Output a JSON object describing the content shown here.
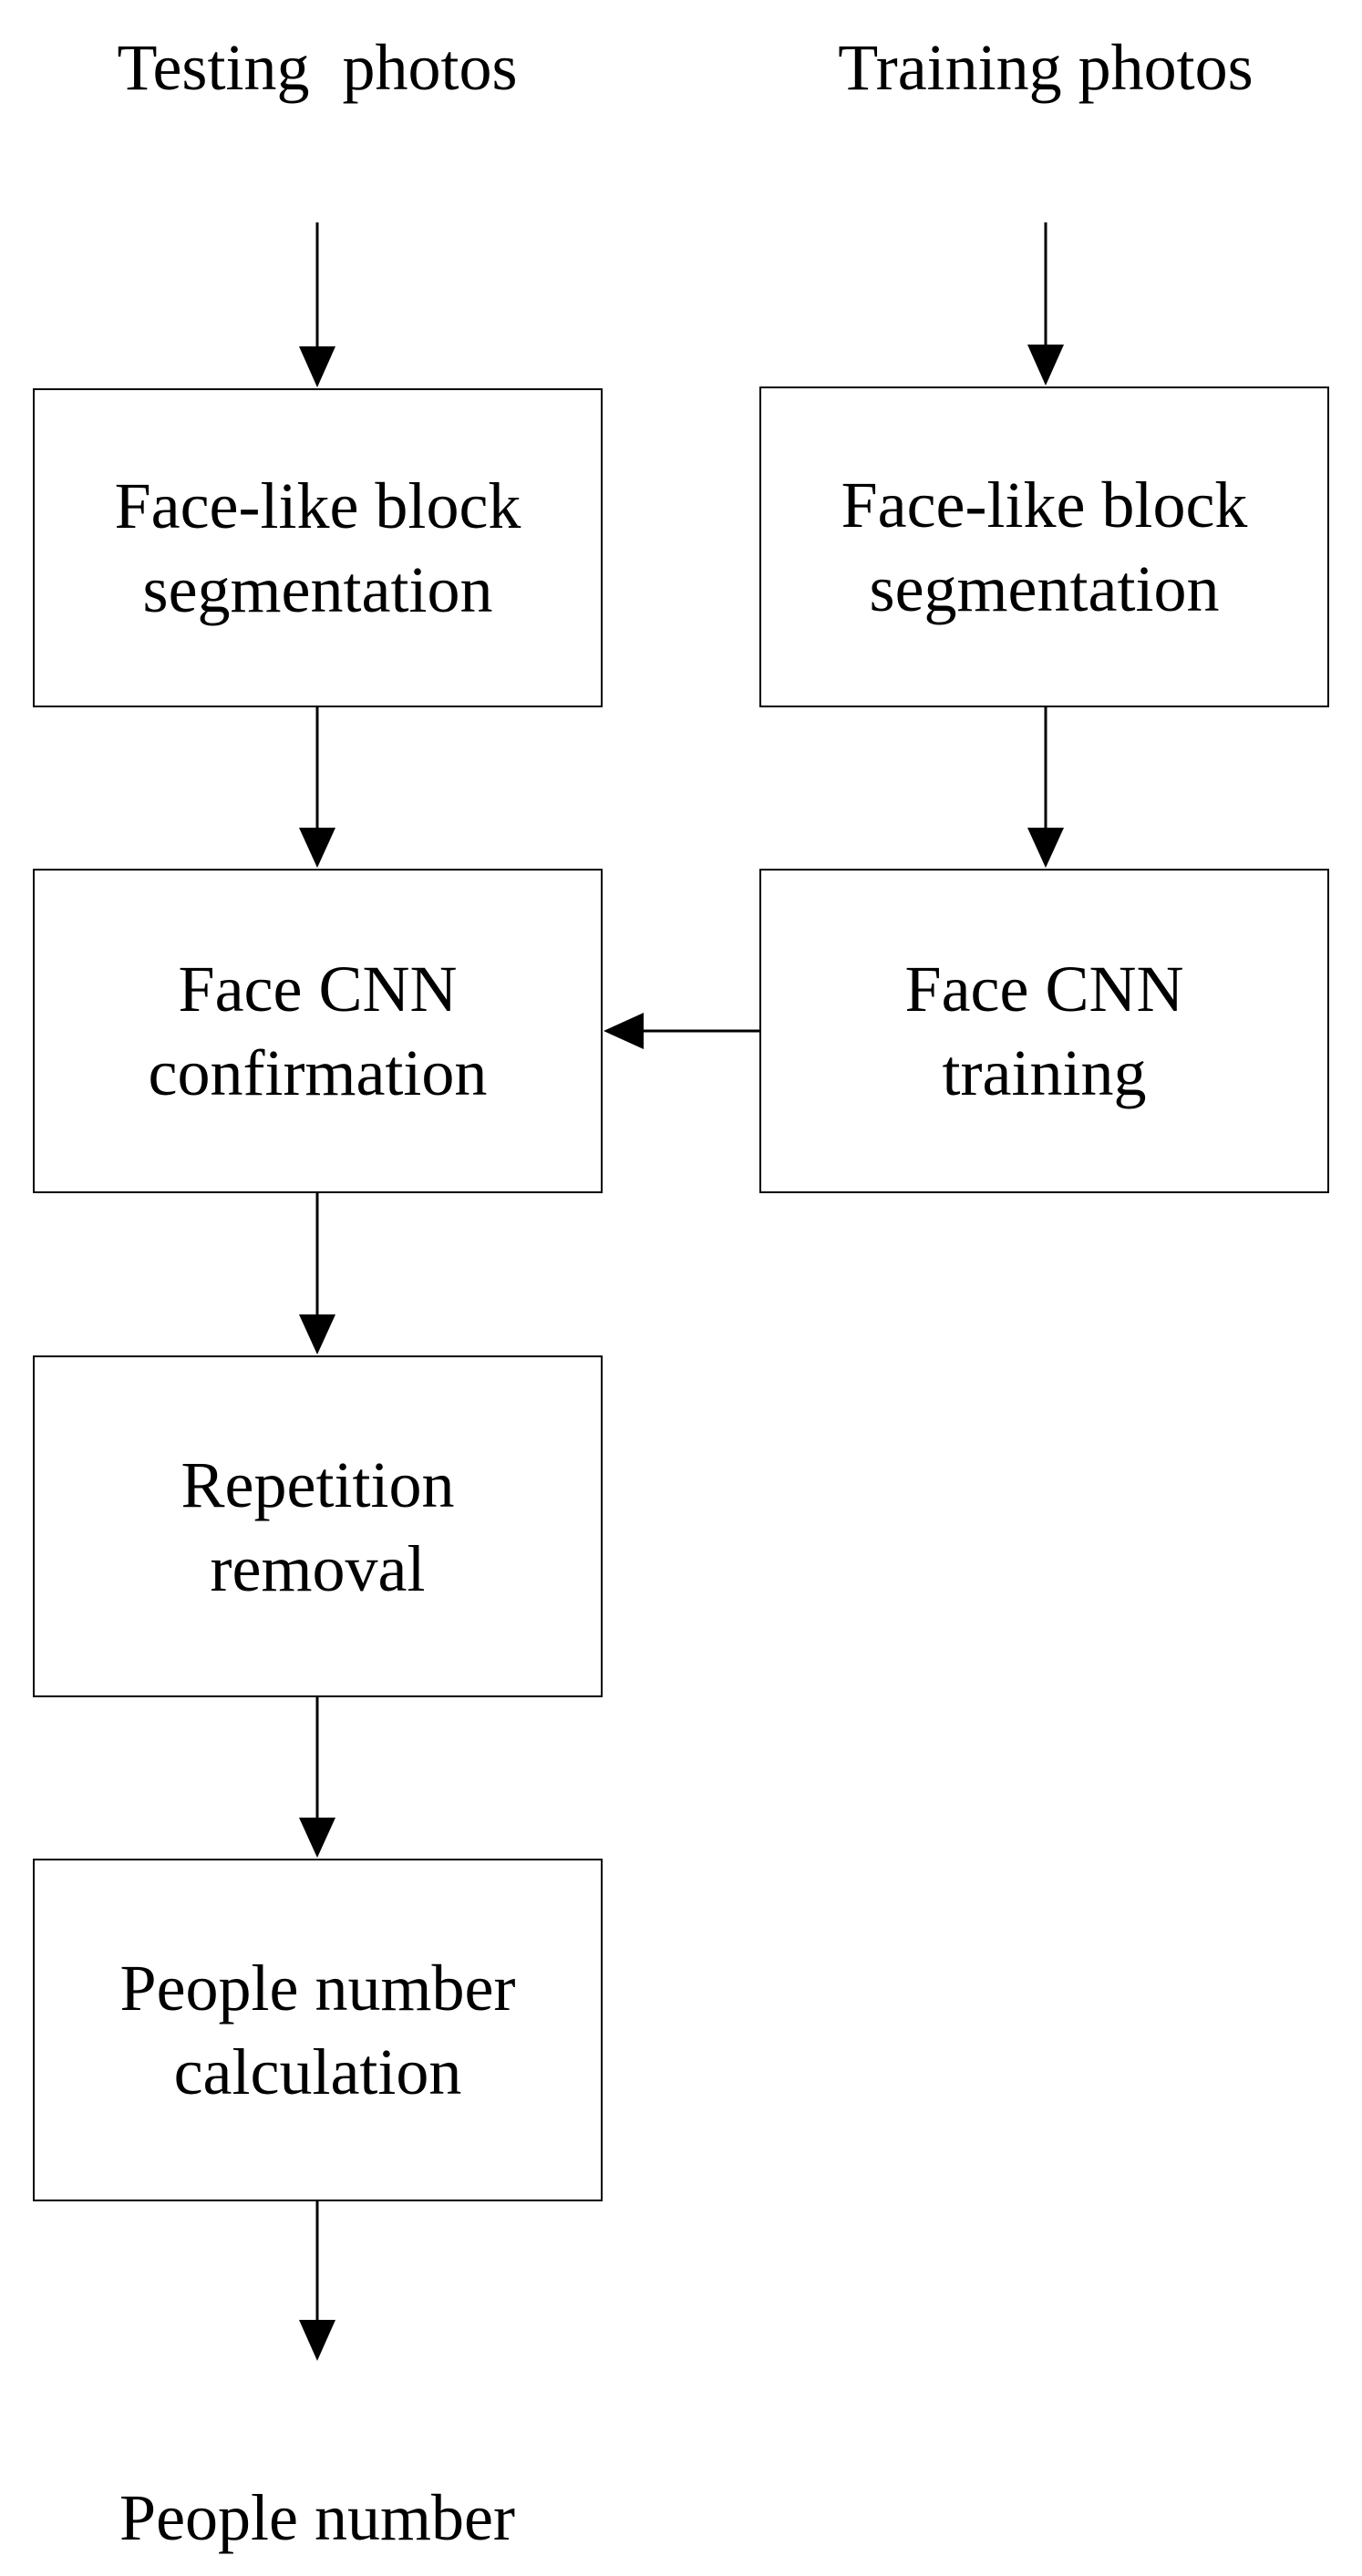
{
  "inputs": {
    "testing": "Testing  photos",
    "training": "Training photos"
  },
  "output": "People number",
  "testing_branch": {
    "segmentation": [
      "Face-like block",
      "segmentation"
    ],
    "confirmation": [
      "Face CNN",
      "confirmation"
    ],
    "repetition": [
      "Repetition",
      "removal"
    ],
    "calculation": [
      "People number",
      "calculation"
    ]
  },
  "training_branch": {
    "segmentation": [
      "Face-like block",
      "segmentation"
    ],
    "training": [
      "Face CNN",
      "training"
    ]
  }
}
